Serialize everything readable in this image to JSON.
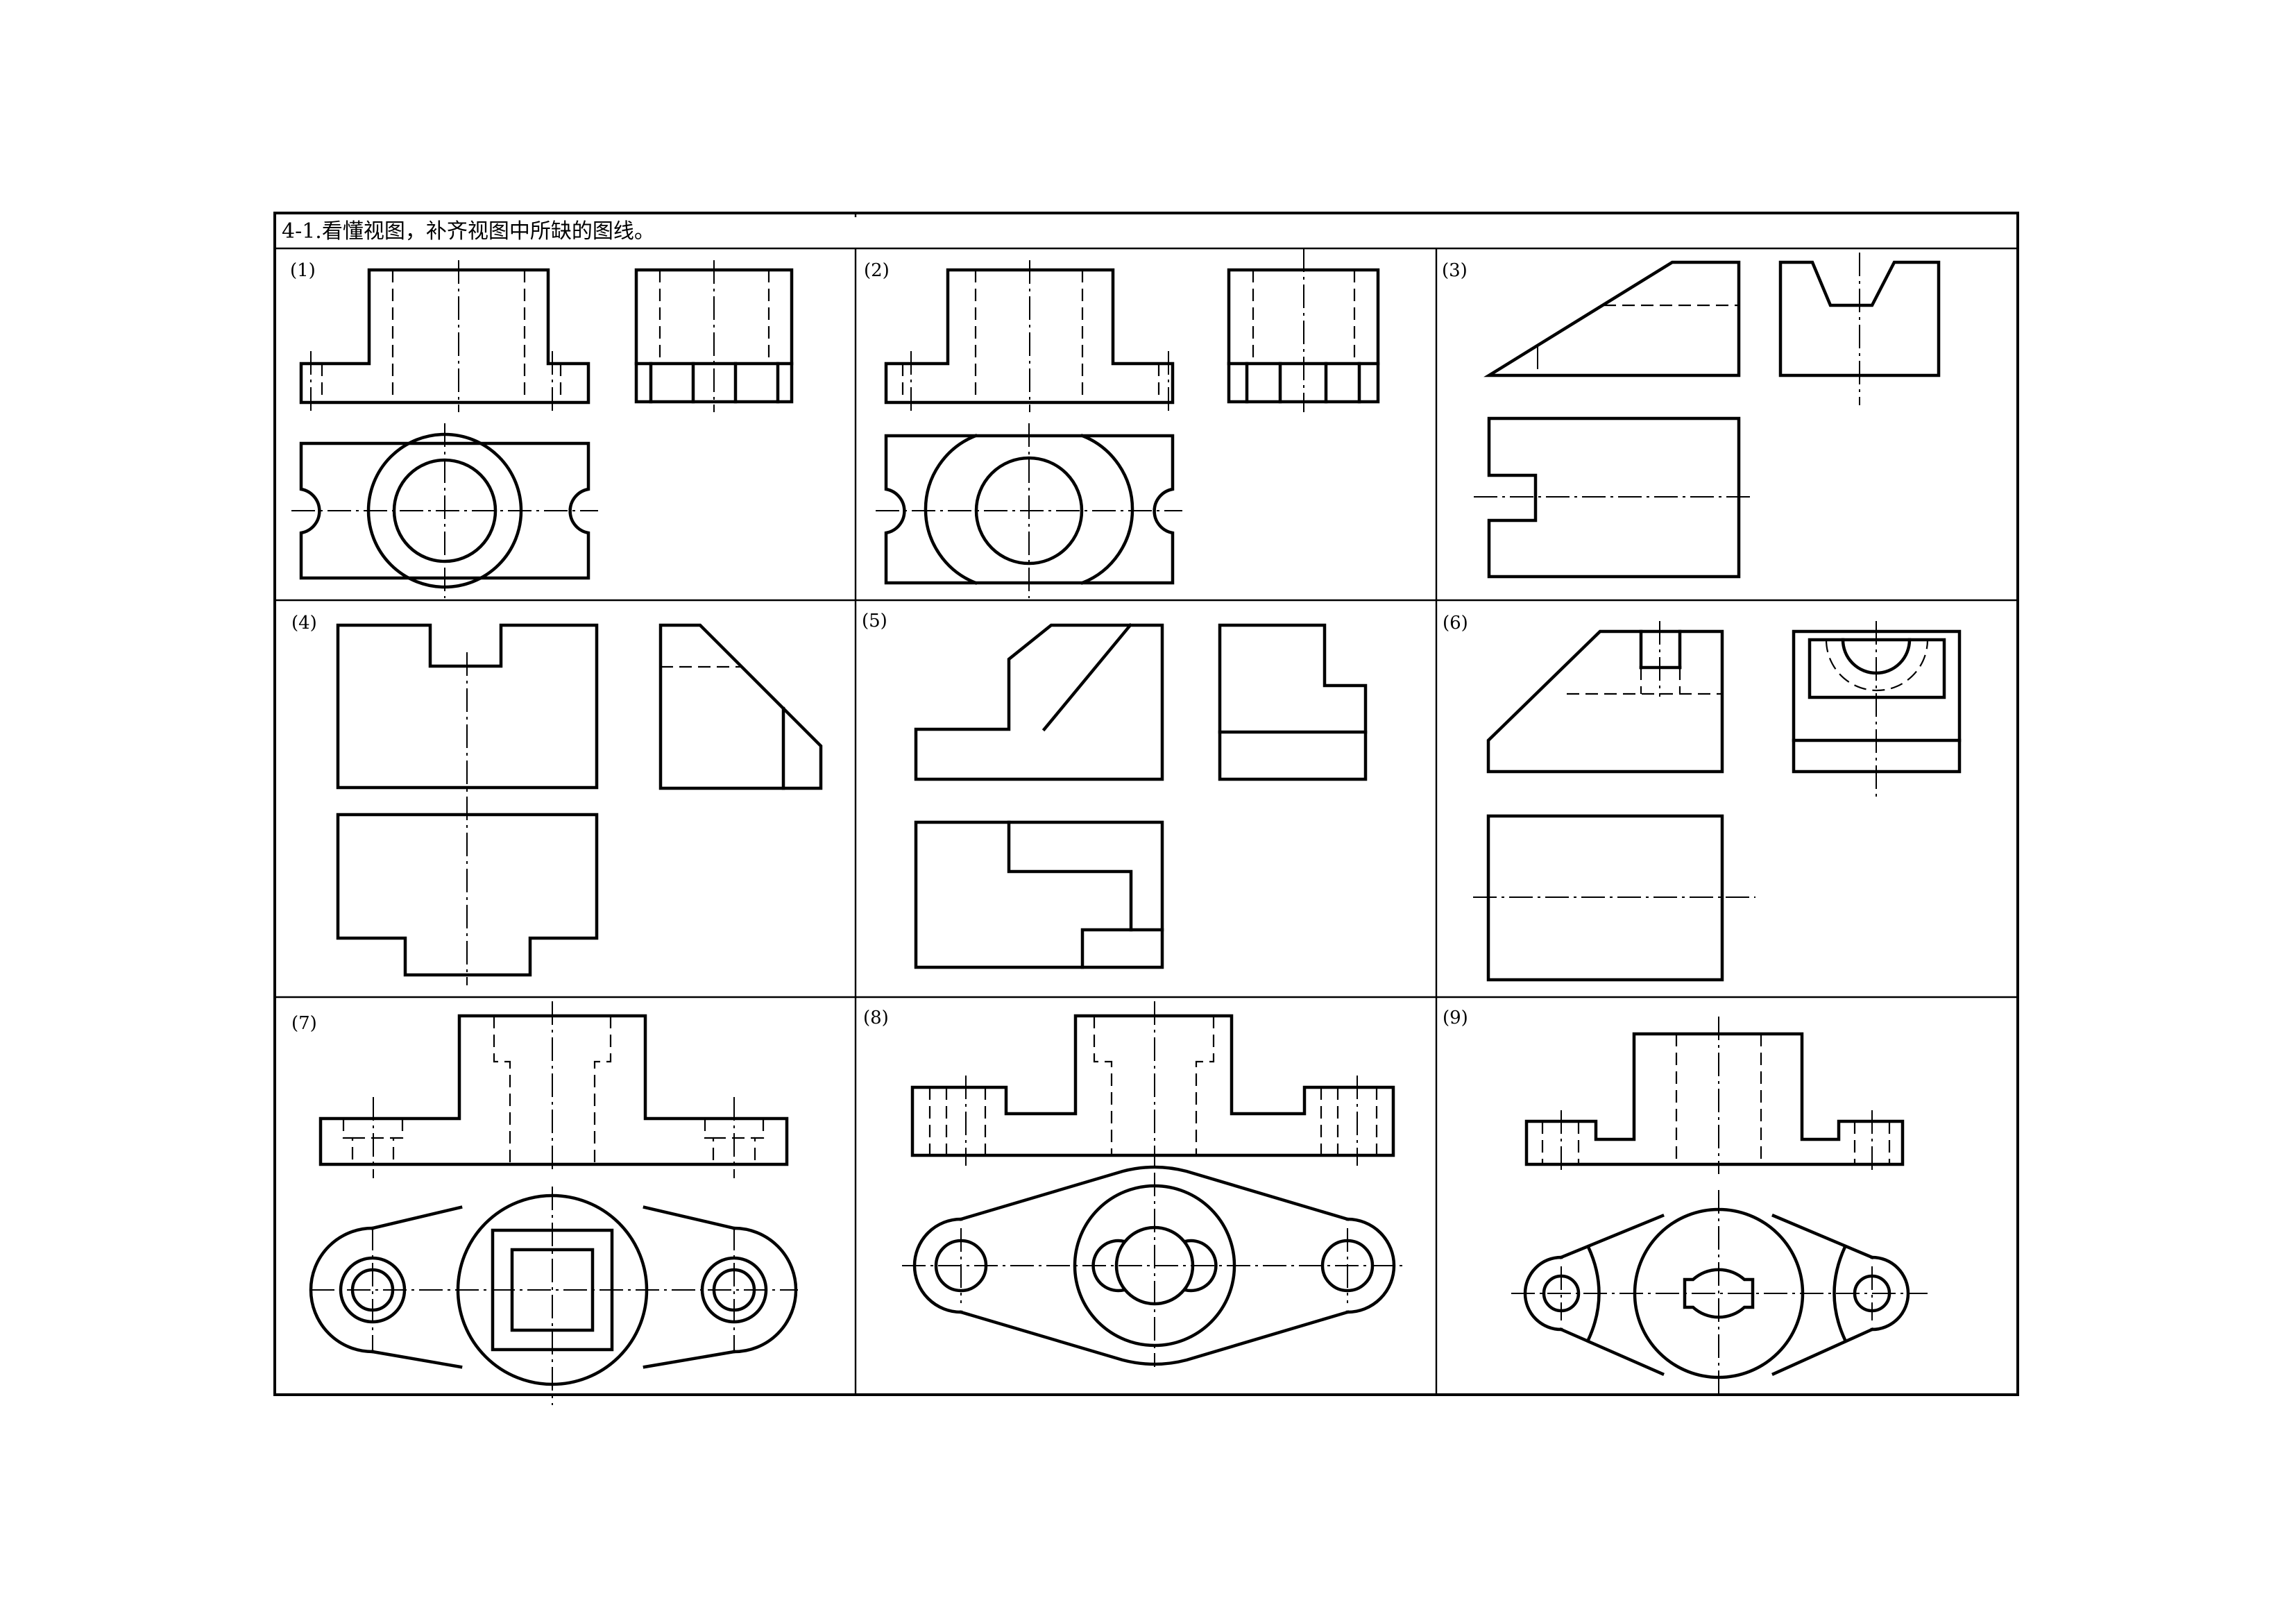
{
  "worksheet": {
    "title": "4-1.看懂视图，补齐视图中所缺的图线。",
    "problems": [
      {
        "label": "(1)"
      },
      {
        "label": "(2)"
      },
      {
        "label": "(3)"
      },
      {
        "label": "(4)"
      },
      {
        "label": "(5)"
      },
      {
        "label": "(6)"
      },
      {
        "label": "(7)"
      },
      {
        "label": "(8)"
      },
      {
        "label": "(9)"
      }
    ]
  },
  "colors": {
    "ink": "#000000",
    "paper": "#ffffff"
  }
}
